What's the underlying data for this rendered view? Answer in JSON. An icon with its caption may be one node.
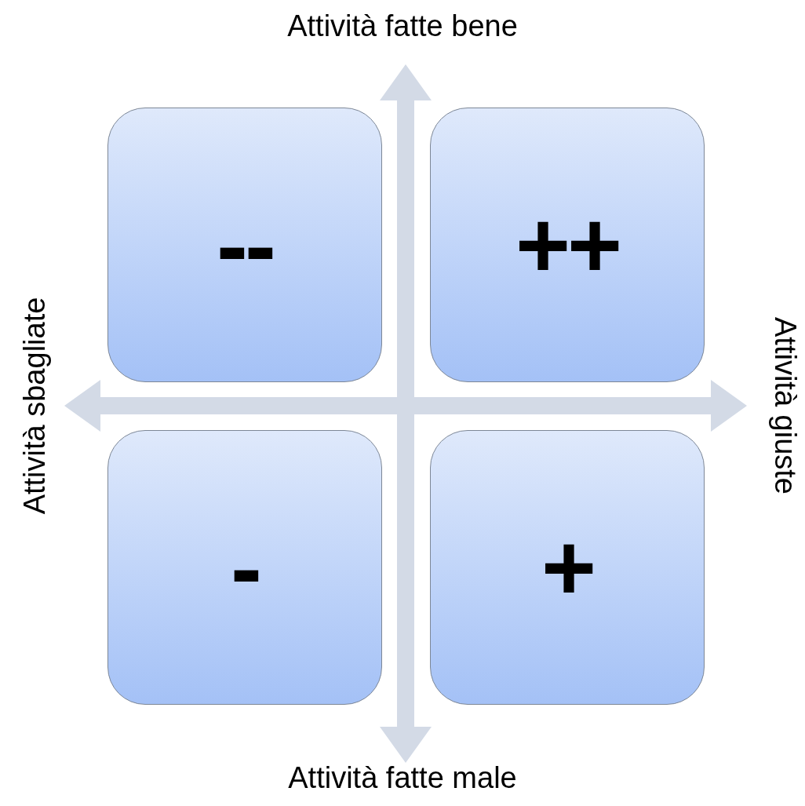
{
  "diagram": {
    "nodes": [
      {
        "text": [
          "--"
        ]
      },
      {
        "text": [
          "++"
        ]
      },
      {
        "text": [
          "-"
        ]
      },
      {
        "text": [
          "+"
        ]
      }
    ],
    "labels": [
      "Attività fatte bene",
      "Attività sbagliate",
      "Attività giuste",
      "Attività fatte male"
    ]
  }
}
